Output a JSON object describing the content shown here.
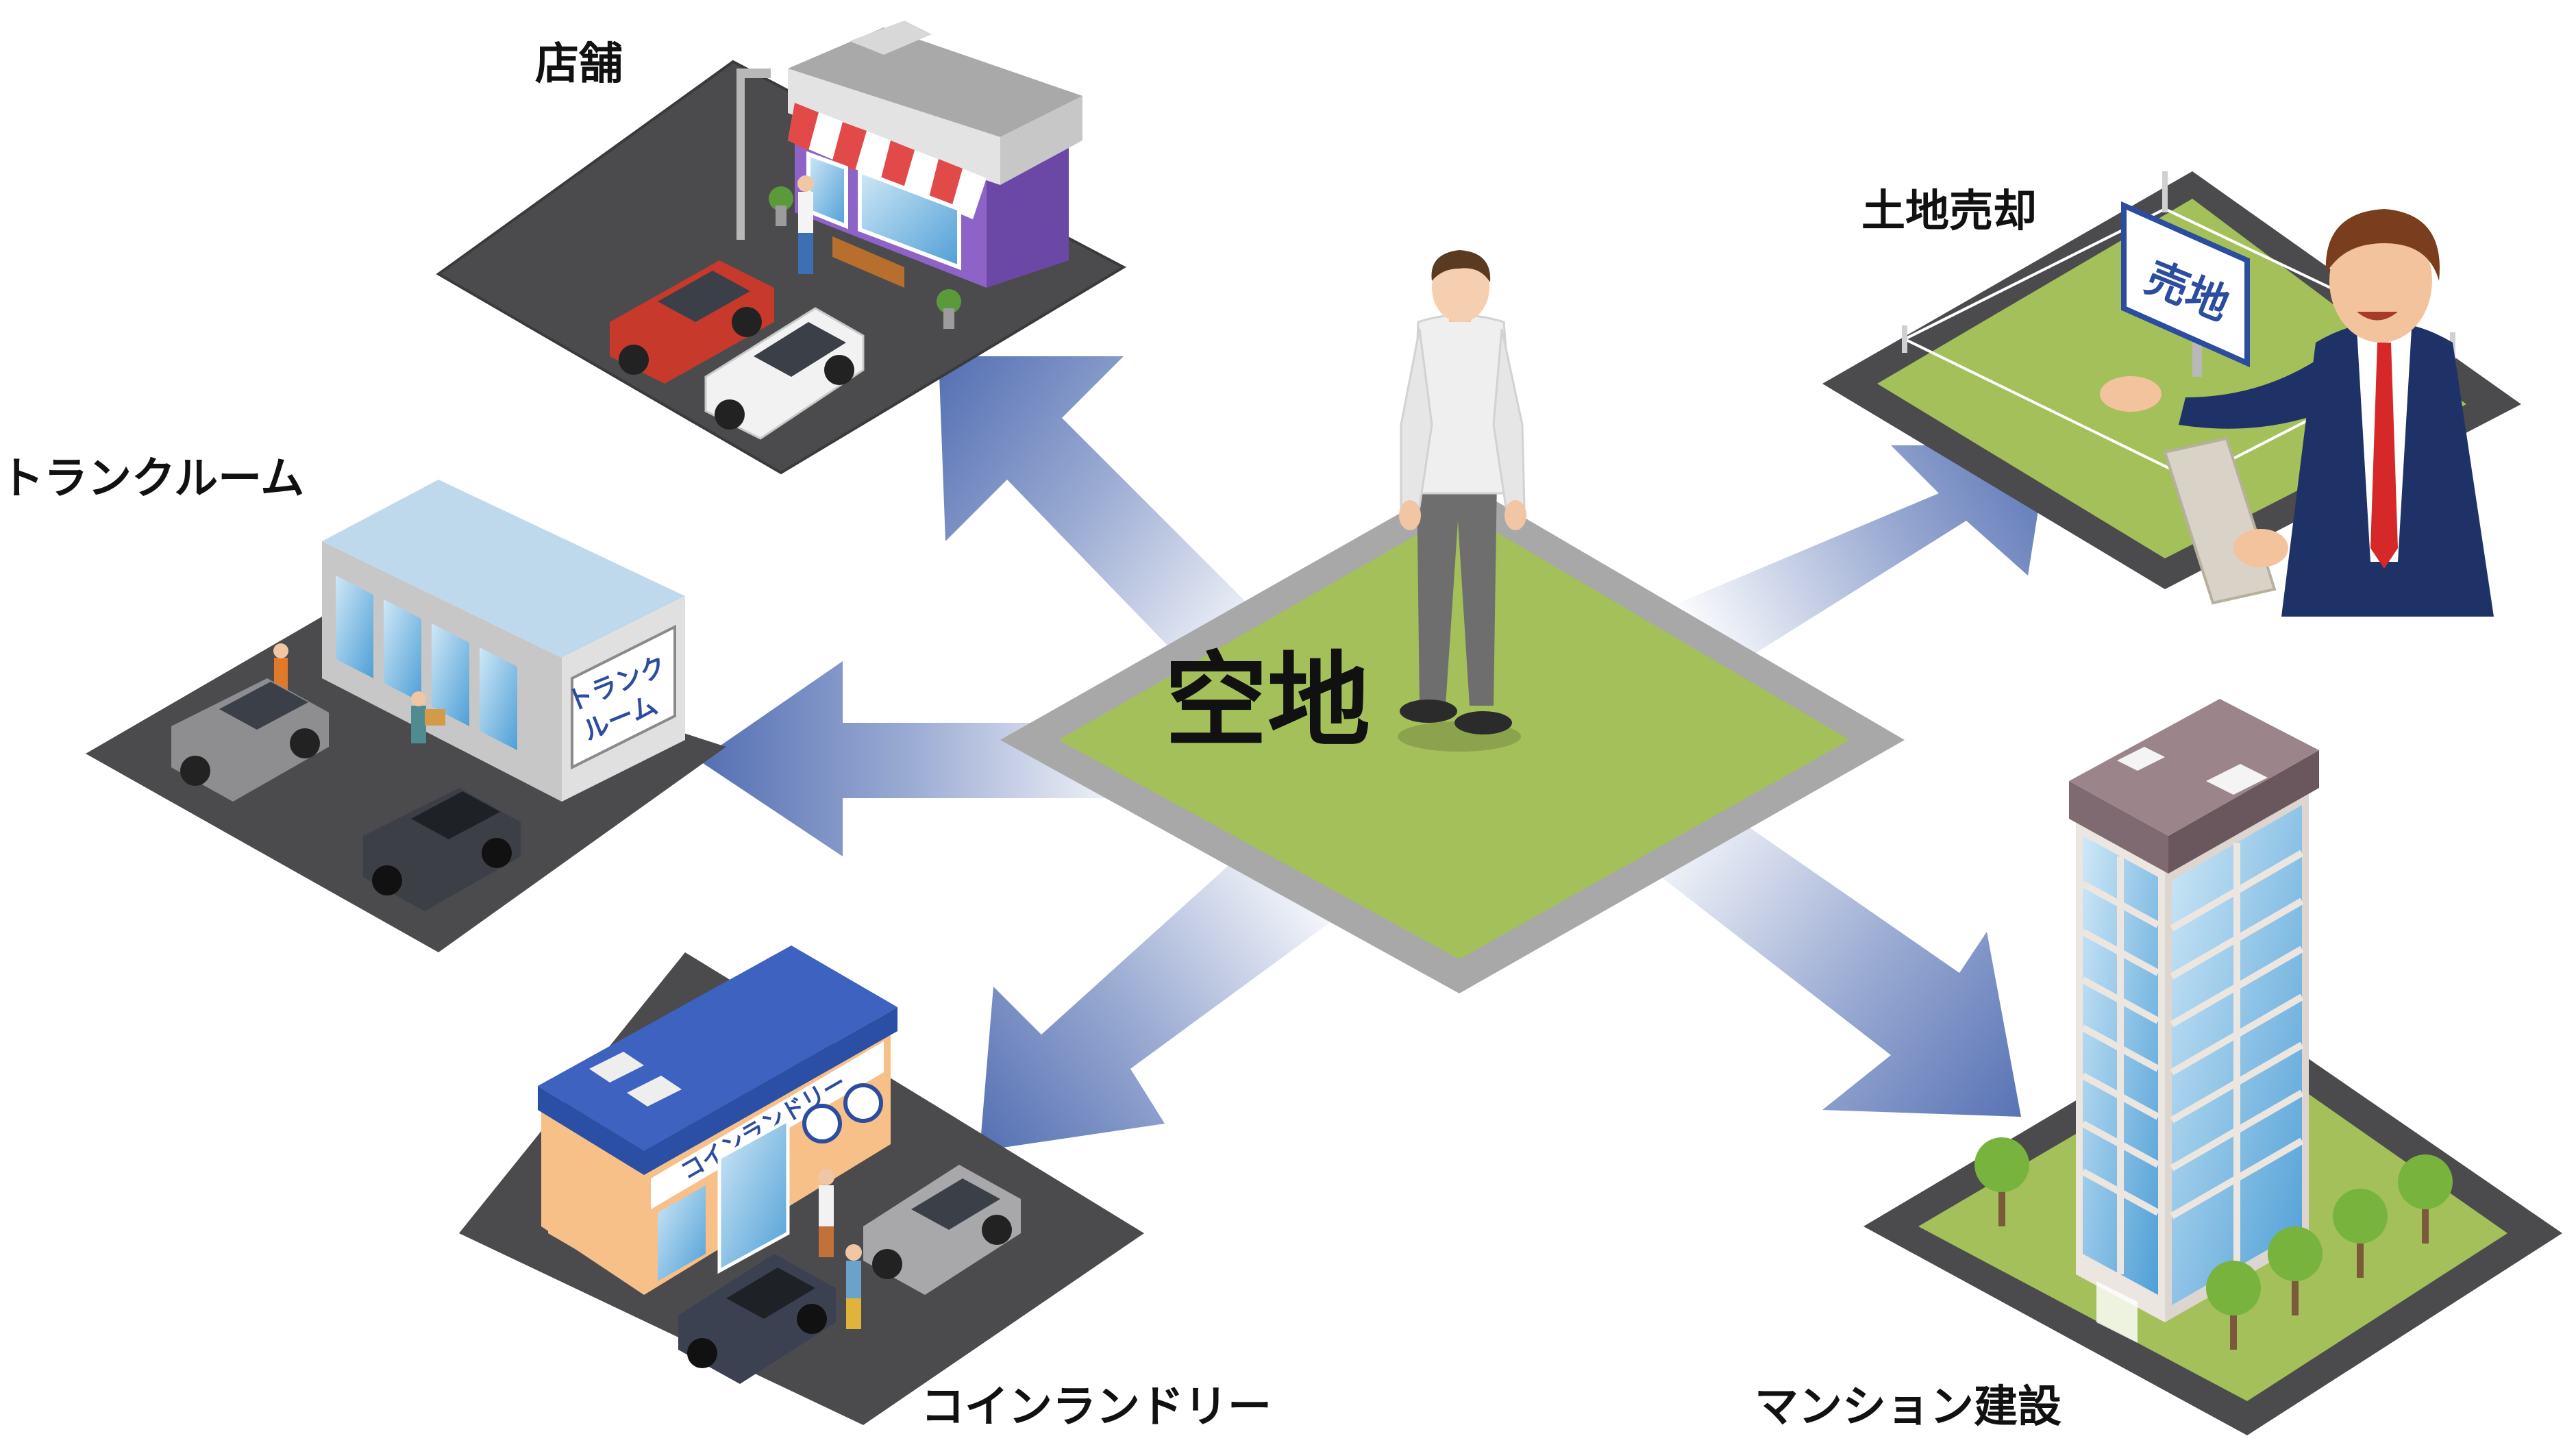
{
  "center": {
    "label": "空地"
  },
  "options": {
    "store": {
      "label": "店舗"
    },
    "trunk_room": {
      "label": "トランクルーム",
      "sign": [
        "トランク",
        "ルーム"
      ]
    },
    "coin_laundry": {
      "label": "コインランドリー",
      "sign": "コインランドリー"
    },
    "land_sale": {
      "label": "土地売却",
      "sign": "売地"
    },
    "apartment": {
      "label": "マンション建設"
    }
  },
  "colors": {
    "arrow": "#5873b5",
    "lot_green": "#a3c05a",
    "lot_border": "#a8a8a8",
    "asphalt": "#4b4b4e",
    "label_text": "#111111"
  }
}
